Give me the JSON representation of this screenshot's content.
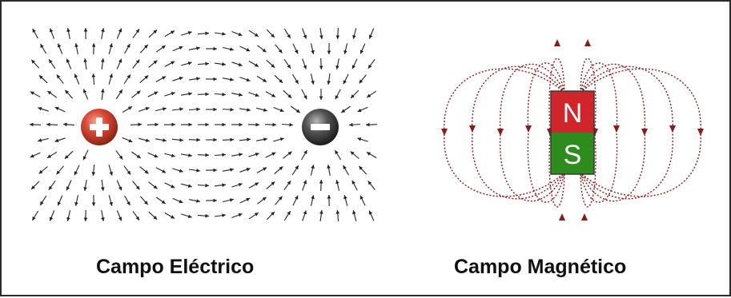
{
  "electric_field": {
    "caption": "Campo Eléctrico",
    "positive_charge": {
      "symbol": "+",
      "color": "#c0392b"
    },
    "negative_charge": {
      "symbol": "−",
      "color": "#3d3d3d"
    },
    "arrow_color": "#222222"
  },
  "magnetic_field": {
    "caption": "Campo Magnético",
    "north_label": "N",
    "south_label": "S",
    "north_color": "#d0252b",
    "south_color": "#2e8b1e",
    "field_line_color": "#8b1a1a"
  }
}
